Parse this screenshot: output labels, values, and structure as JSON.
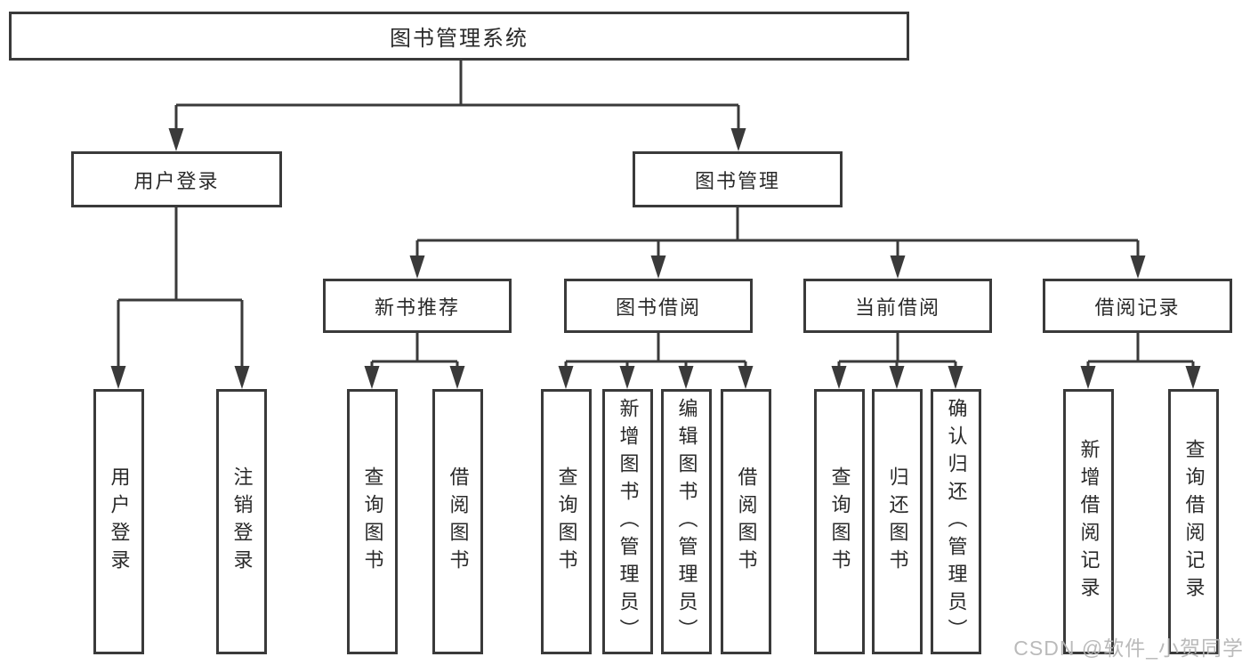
{
  "diagram": {
    "root": {
      "label": "图书管理系统"
    },
    "branches": [
      {
        "label": "用户登录",
        "children": [
          "用户登录",
          "注销登录"
        ]
      },
      {
        "label": "图书管理",
        "modules": [
          {
            "label": "新书推荐",
            "children": [
              "查询图书",
              "借阅图书"
            ]
          },
          {
            "label": "图书借阅",
            "children": [
              "查询图书",
              "新增图书（管理员）",
              "编辑图书（管理员）",
              "借阅图书"
            ]
          },
          {
            "label": "当前借阅",
            "children": [
              "查询图书",
              "归还图书",
              "确认归还（管理员）"
            ]
          },
          {
            "label": "借阅记录",
            "children": [
              "新增借阅记录",
              "查询借阅记录"
            ]
          }
        ]
      }
    ]
  },
  "watermark": {
    "text": "CSDN @软件_小贺同学",
    "color": "#b5b5b5"
  },
  "colors": {
    "line": "#3a3a3a",
    "text": "#2a2a2a",
    "background": "#ffffff"
  }
}
